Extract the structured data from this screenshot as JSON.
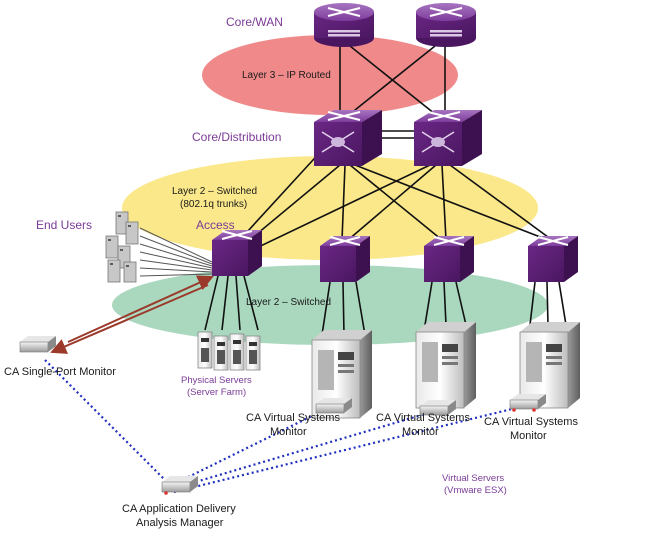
{
  "layers": {
    "core_wan": "Core/WAN",
    "core_distribution": "Core/Distribution",
    "access": "Access",
    "end_users": "End Users",
    "layer3_routed": "Layer 3 – IP Routed",
    "layer2_trunks_line1": "Layer 2 – Switched",
    "layer2_trunks_line2": "(802.1q trunks)",
    "layer2_switched": "Layer 2 – Switched"
  },
  "devices": {
    "single_port_monitor": "CA Single-Port Monitor",
    "physical_servers_line1": "Physical Servers",
    "physical_servers_line2": "(Server Farm)",
    "vsm1_line1": "CA Virtual Systems",
    "vsm1_line2": "Monitor",
    "vsm2_line1": "CA Virtual Systems",
    "vsm2_line2": "Monitor",
    "vsm3_line1": "CA Virtual Systems",
    "vsm3_line2": "Monitor",
    "manager_line1": "CA Application Delivery",
    "manager_line2": "Analysis Manager",
    "virtual_servers_line1": "Virtual Servers",
    "virtual_servers_line2": "(Vmware ESX)"
  },
  "colors": {
    "layer3_zone": "#f08a8a",
    "layer2_trunk_zone": "#fbe88a",
    "layer2_access_zone": "#a9d8bf",
    "switch_purple": "#6b2a86",
    "label_purple": "#7a3b96",
    "monitor_link_blue": "#1f2fbf",
    "mirror_link_red": "#9b3a2a"
  }
}
